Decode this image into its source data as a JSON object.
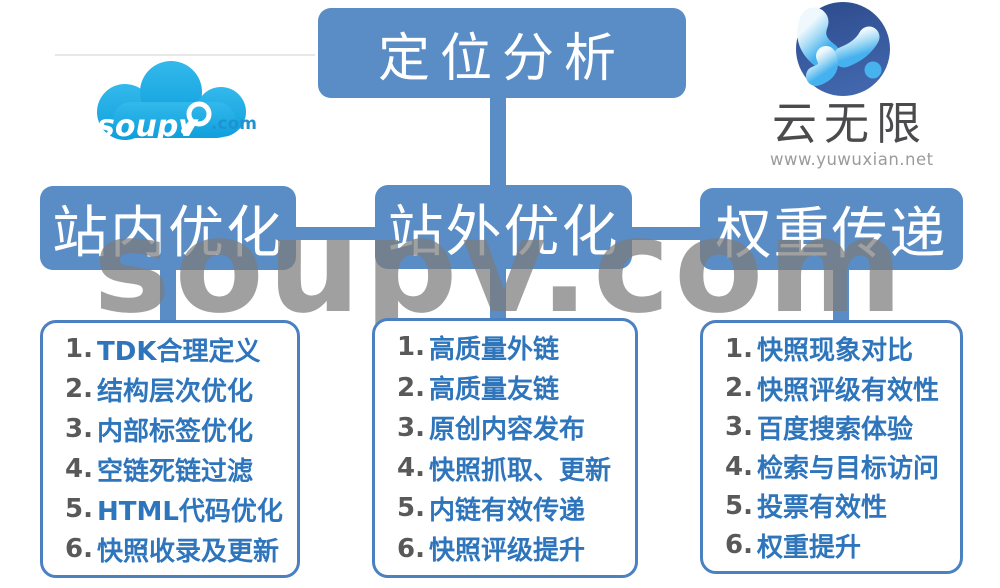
{
  "colors": {
    "node_blue": "#5a8dc5",
    "list_border_blue": "#4b80c1",
    "list_text_blue": "#2e75bc",
    "list_num_gray": "#595959",
    "watermark_gray": "#7c7c7c",
    "yuwuxian_text_gray": "#4b4b4d",
    "url_gray": "#9b9b9b",
    "cloud_blue": "#1ea7e0",
    "globe_navy": "#2e4c8e"
  },
  "watermark": {
    "text": "soupv.com"
  },
  "logos": {
    "soupv": {
      "name": "soupv",
      "tld": ".com"
    },
    "yuwuxian": {
      "title": "云无限",
      "url": "www.yuwuxian.net"
    }
  },
  "diagram": {
    "root": {
      "label": "定位分析"
    },
    "branches": [
      {
        "label": "站内优化",
        "items": [
          {
            "num": "1.",
            "text": "TDK合理定义"
          },
          {
            "num": "2.",
            "text": "结构层次优化"
          },
          {
            "num": "3.",
            "text": "内部标签优化"
          },
          {
            "num": "4.",
            "text": "空链死链过滤"
          },
          {
            "num": "5.",
            "text": "HTML代码优化"
          },
          {
            "num": "6.",
            "text": "快照收录及更新"
          }
        ]
      },
      {
        "label": "站外优化",
        "items": [
          {
            "num": "1.",
            "text": "高质量外链"
          },
          {
            "num": "2.",
            "text": "高质量友链"
          },
          {
            "num": "3.",
            "text": "原创内容发布"
          },
          {
            "num": "4.",
            "text": "快照抓取、更新"
          },
          {
            "num": "5.",
            "text": "内链有效传递"
          },
          {
            "num": "6.",
            "text": "快照评级提升"
          }
        ]
      },
      {
        "label": "权重传递",
        "items": [
          {
            "num": "1.",
            "text": "快照现象对比"
          },
          {
            "num": "2.",
            "text": "快照评级有效性"
          },
          {
            "num": "3.",
            "text": "百度搜索体验"
          },
          {
            "num": "4.",
            "text": "检索与目标访问"
          },
          {
            "num": "5.",
            "text": "投票有效性"
          },
          {
            "num": "6.",
            "text": "权重提升"
          }
        ]
      }
    ]
  }
}
